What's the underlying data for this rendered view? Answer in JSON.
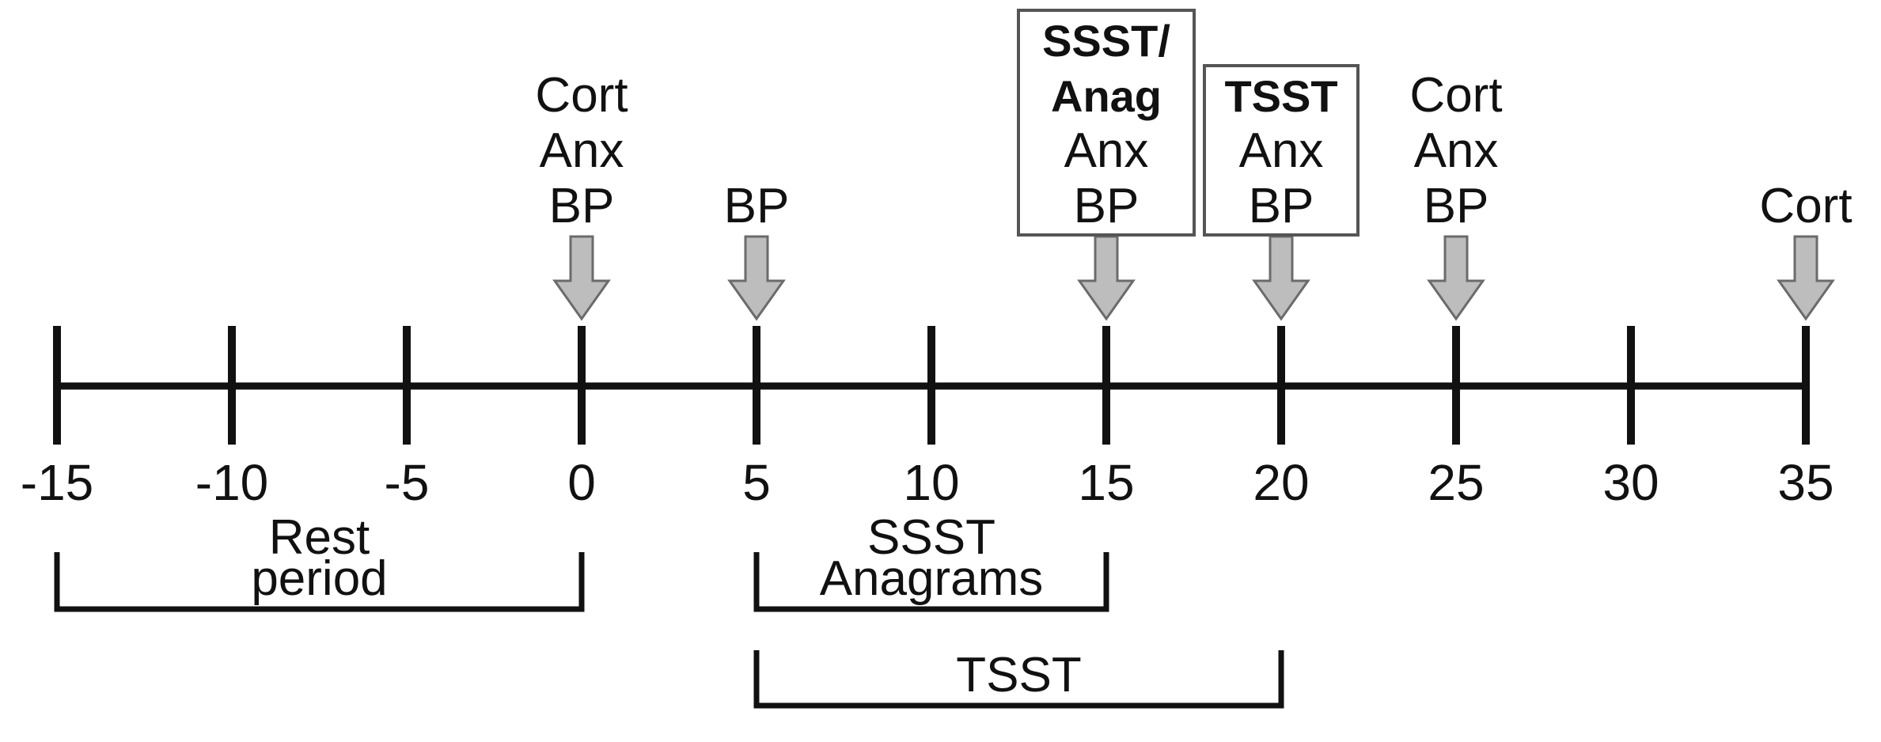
{
  "colors": {
    "line": "#111111",
    "arrow_fill": "#bdbdbd",
    "arrow_stroke": "#6b6b6b",
    "box_stroke": "#555555",
    "background": "#ffffff"
  },
  "axis": {
    "min": -15,
    "max": 35,
    "ticks": [
      {
        "value": -15,
        "label": "-15"
      },
      {
        "value": -10,
        "label": "-10"
      },
      {
        "value": -5,
        "label": "-5"
      },
      {
        "value": 0,
        "label": "0"
      },
      {
        "value": 5,
        "label": "5"
      },
      {
        "value": 10,
        "label": "10"
      },
      {
        "value": 15,
        "label": "15"
      },
      {
        "value": 20,
        "label": "20"
      },
      {
        "value": 25,
        "label": "25"
      },
      {
        "value": 30,
        "label": "30"
      },
      {
        "value": 35,
        "label": "35"
      }
    ]
  },
  "measurements": [
    {
      "time": 0,
      "boxed": false,
      "lines": [
        {
          "text": "Cort",
          "bold": false
        },
        {
          "text": "Anx",
          "bold": false
        },
        {
          "text": "BP",
          "bold": false
        }
      ]
    },
    {
      "time": 5,
      "boxed": false,
      "lines": [
        {
          "text": "BP",
          "bold": false
        }
      ]
    },
    {
      "time": 15,
      "boxed": true,
      "lines": [
        {
          "text": "SSST/",
          "bold": true
        },
        {
          "text": "Anag",
          "bold": true
        },
        {
          "text": "Anx",
          "bold": false
        },
        {
          "text": "BP",
          "bold": false
        }
      ]
    },
    {
      "time": 20,
      "boxed": true,
      "lines": [
        {
          "text": "TSST",
          "bold": true
        },
        {
          "text": "Anx",
          "bold": false
        },
        {
          "text": "BP",
          "bold": false
        }
      ]
    },
    {
      "time": 25,
      "boxed": false,
      "lines": [
        {
          "text": "Cort",
          "bold": false
        },
        {
          "text": "Anx",
          "bold": false
        },
        {
          "text": "BP",
          "bold": false
        }
      ]
    },
    {
      "time": 35,
      "boxed": false,
      "lines": [
        {
          "text": "Cort",
          "bold": false
        }
      ]
    }
  ],
  "periods": [
    {
      "name": "rest-period",
      "start": -15,
      "end": 0,
      "lines": [
        "Rest",
        "period"
      ]
    },
    {
      "name": "sset-anagrams",
      "start": 5,
      "end": 15,
      "lines": [
        "SSST",
        "Anagrams"
      ]
    },
    {
      "name": "tsst",
      "start": 5,
      "end": 20,
      "lines": [
        "TSST"
      ]
    }
  ]
}
